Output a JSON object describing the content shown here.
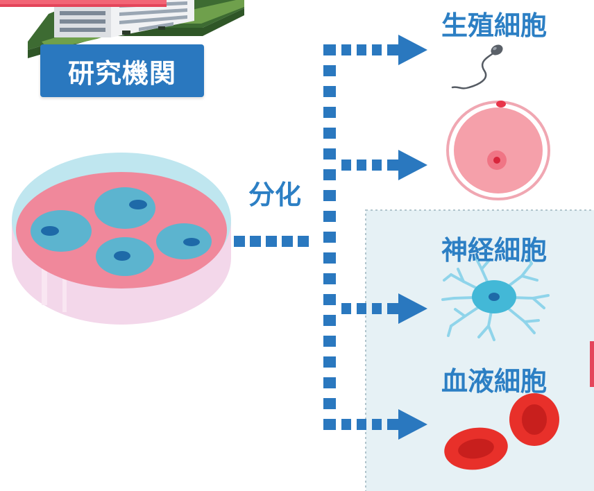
{
  "institution": {
    "label": "研究機関"
  },
  "process": {
    "label": "分化"
  },
  "cells": [
    {
      "label": "生殖細胞"
    },
    {
      "label": "神経細胞"
    },
    {
      "label": "血液細胞"
    }
  ],
  "colors": {
    "accent_blue": "#2a78bf",
    "label_blue": "#2c7fc4",
    "dish_pink": "#f0889b",
    "cell_blue": "#5cb4cf",
    "blood_red": "#e8302a",
    "highlight_panel": "#e6f1f5"
  }
}
